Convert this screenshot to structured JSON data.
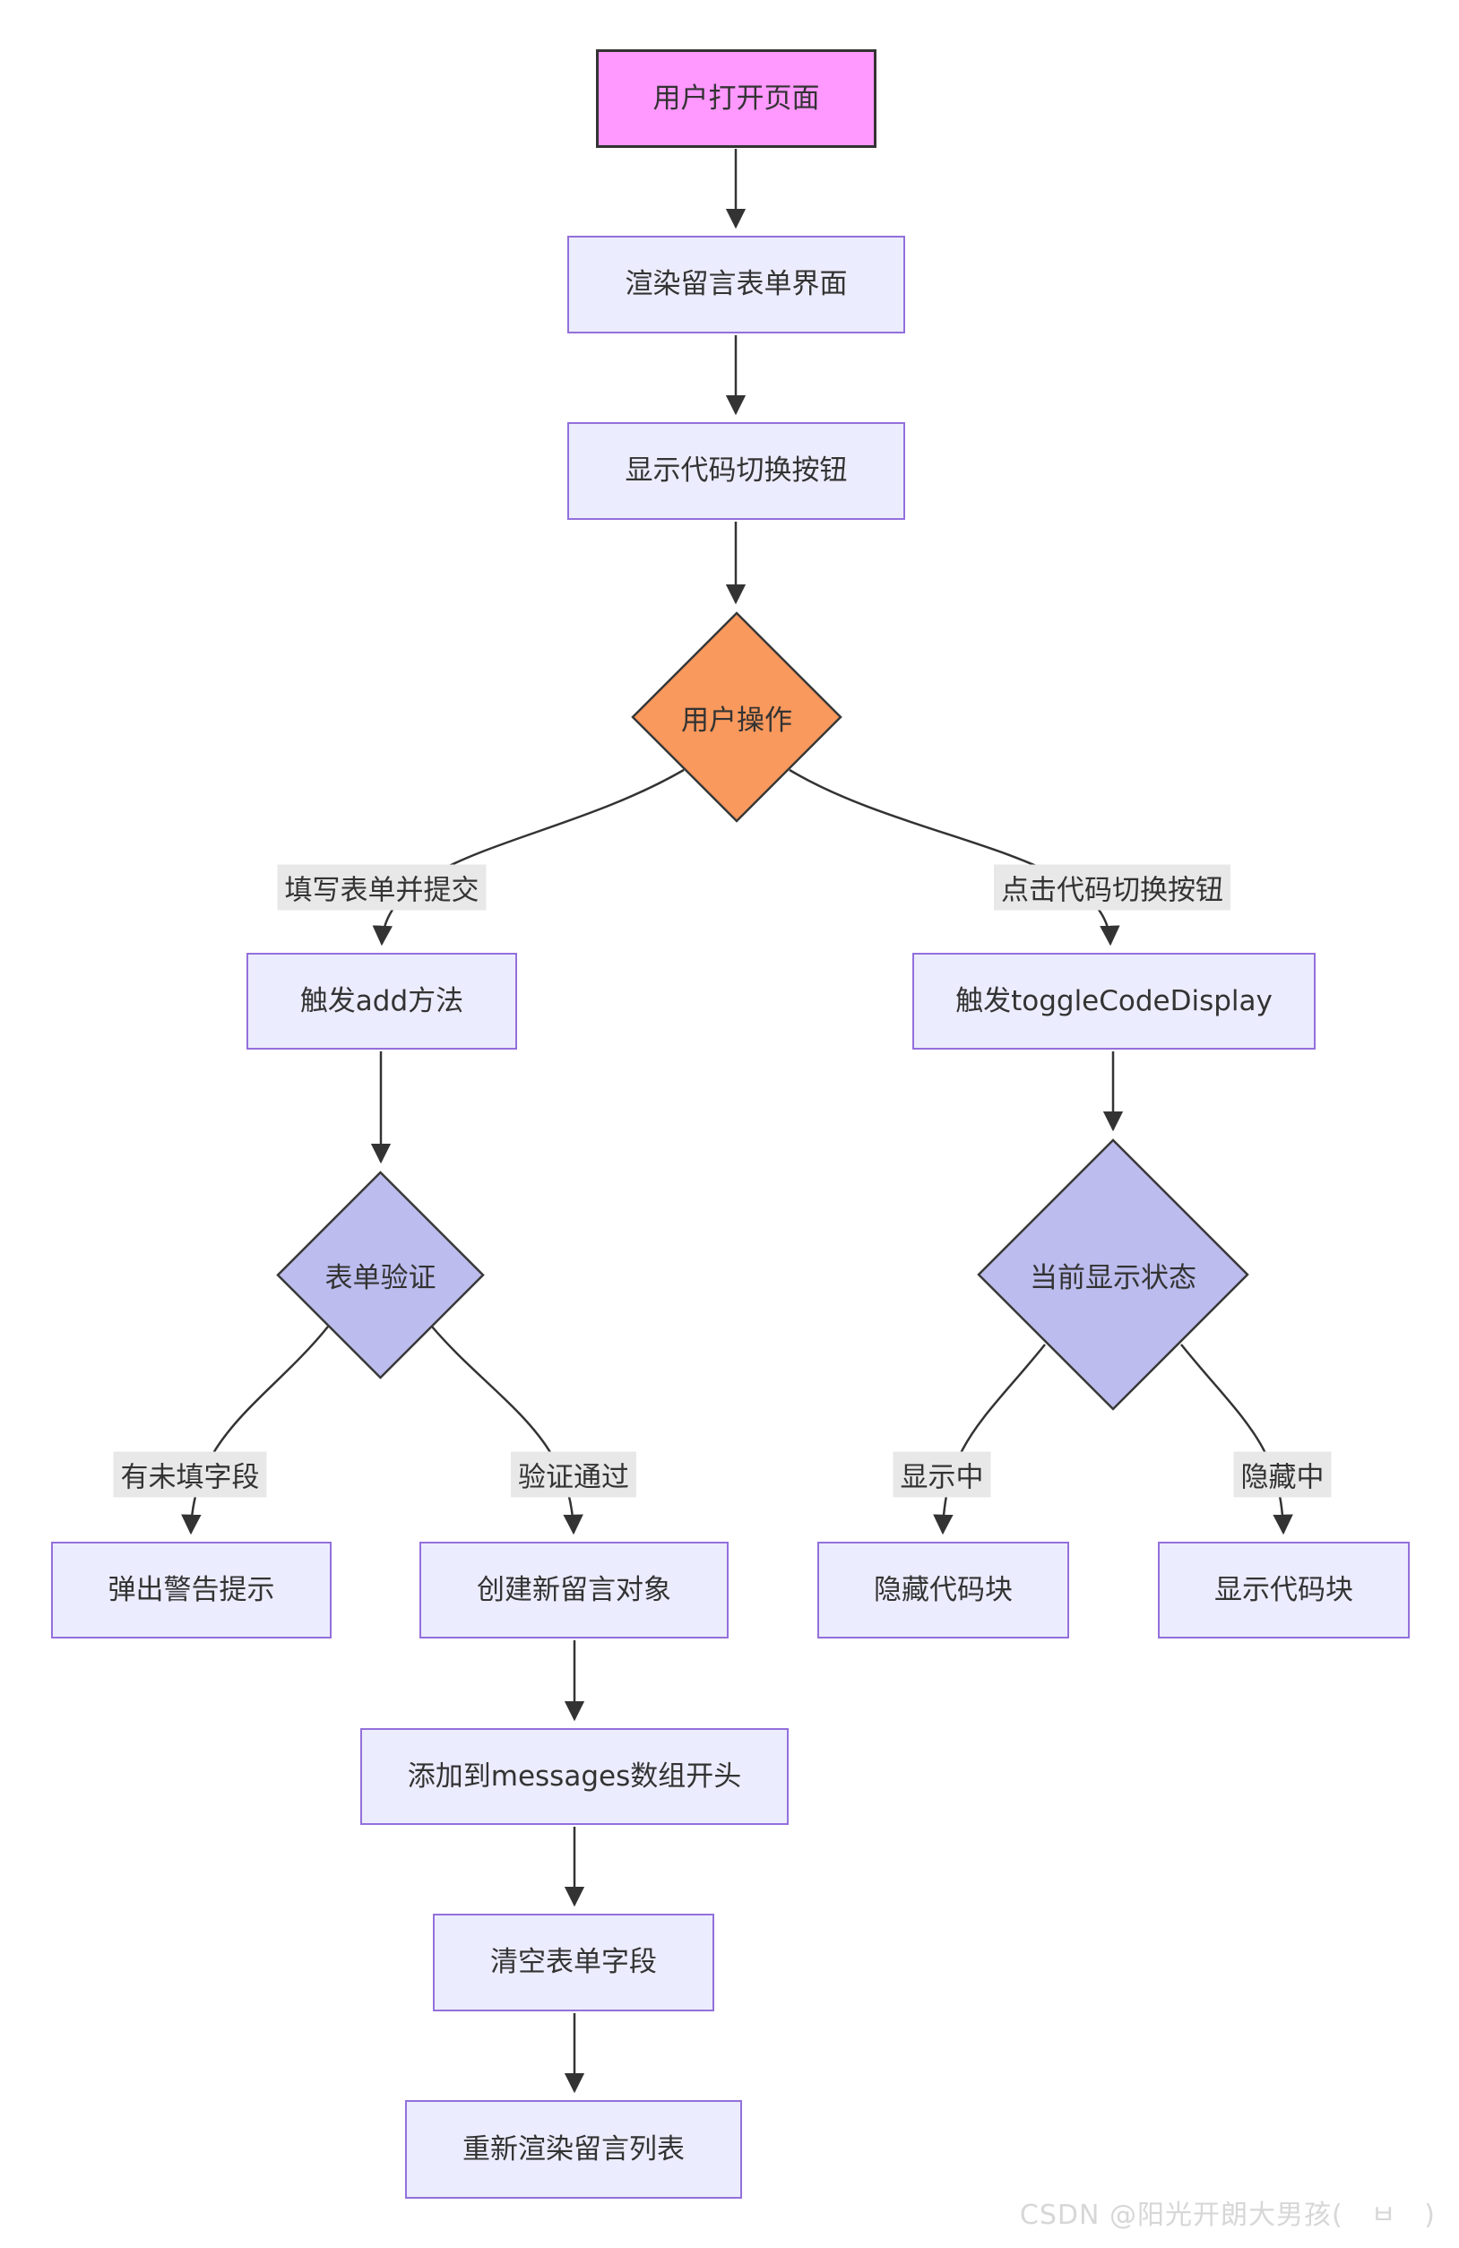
{
  "diagram": {
    "title": "message-board flowchart",
    "nodes": {
      "open_page": {
        "label": "用户打开页面",
        "shape": "rect",
        "role": "start"
      },
      "render_form": {
        "label": "渲染留言表单界面",
        "shape": "rect"
      },
      "show_toggle_btn": {
        "label": "显示代码切换按钮",
        "shape": "rect"
      },
      "user_action": {
        "label": "用户操作",
        "shape": "diamond",
        "color": "orange"
      },
      "trigger_add": {
        "label": "触发add方法",
        "shape": "rect"
      },
      "trigger_toggle": {
        "label": "触发toggleCodeDisplay",
        "shape": "rect"
      },
      "form_validate": {
        "label": "表单验证",
        "shape": "diamond",
        "color": "purple"
      },
      "display_state": {
        "label": "当前显示状态",
        "shape": "diamond",
        "color": "purple"
      },
      "alert_warning": {
        "label": "弹出警告提示",
        "shape": "rect"
      },
      "create_message": {
        "label": "创建新留言对象",
        "shape": "rect"
      },
      "hide_code": {
        "label": "隐藏代码块",
        "shape": "rect"
      },
      "show_code": {
        "label": "显示代码块",
        "shape": "rect"
      },
      "unshift_messages": {
        "label": "添加到messages数组开头",
        "shape": "rect"
      },
      "clear_fields": {
        "label": "清空表单字段",
        "shape": "rect"
      },
      "rerender_list": {
        "label": "重新渲染留言列表",
        "shape": "rect"
      }
    },
    "edge_labels": {
      "fill_submit": "填写表单并提交",
      "click_toggle": "点击代码切换按钮",
      "has_empty": "有未填字段",
      "valid_pass": "验证通过",
      "showing": "显示中",
      "hidden": "隐藏中"
    },
    "edges": [
      {
        "from": "open_page",
        "to": "render_form"
      },
      {
        "from": "render_form",
        "to": "show_toggle_btn"
      },
      {
        "from": "show_toggle_btn",
        "to": "user_action"
      },
      {
        "from": "user_action",
        "to": "trigger_add",
        "label": "填写表单并提交"
      },
      {
        "from": "user_action",
        "to": "trigger_toggle",
        "label": "点击代码切换按钮"
      },
      {
        "from": "trigger_add",
        "to": "form_validate"
      },
      {
        "from": "trigger_toggle",
        "to": "display_state"
      },
      {
        "from": "form_validate",
        "to": "alert_warning",
        "label": "有未填字段"
      },
      {
        "from": "form_validate",
        "to": "create_message",
        "label": "验证通过"
      },
      {
        "from": "display_state",
        "to": "hide_code",
        "label": "显示中"
      },
      {
        "from": "display_state",
        "to": "show_code",
        "label": "隐藏中"
      },
      {
        "from": "create_message",
        "to": "unshift_messages"
      },
      {
        "from": "unshift_messages",
        "to": "clear_fields"
      },
      {
        "from": "clear_fields",
        "to": "rerender_list"
      }
    ],
    "colors": {
      "start_fill": "#ff99ff",
      "rect_fill": "#ececff",
      "rect_border": "#9370db",
      "decision_orange": "#f9995d",
      "decision_purple": "#bcbcee",
      "edge_stroke": "#333333",
      "edge_label_bg": "#e8e8e8",
      "text": "#333333"
    }
  },
  "watermark": {
    "text": "CSDN @阳光开朗大男孩(　ㅂ　)"
  }
}
